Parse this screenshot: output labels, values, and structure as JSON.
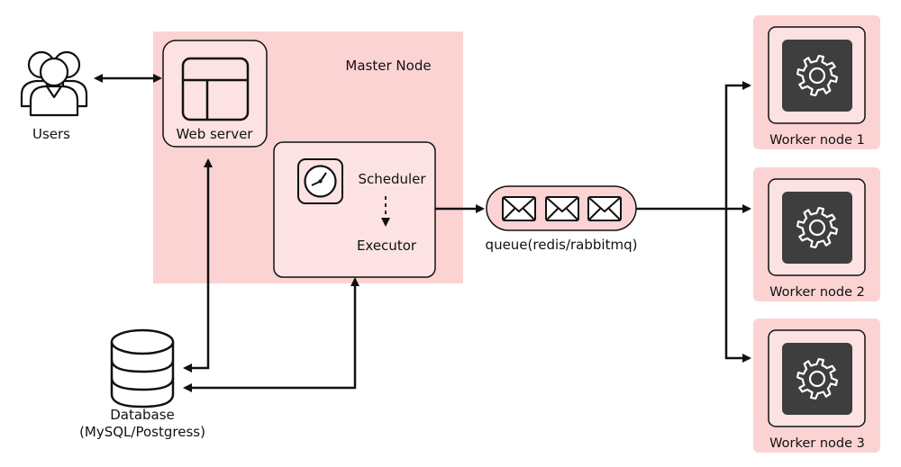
{
  "colors": {
    "node_fill": "#fcd3d3",
    "inner_fill": "#fce2e2",
    "stroke": "#111111",
    "gear_box": "#3e3e3e",
    "background": "#ffffff"
  },
  "users": {
    "label": "Users",
    "icon": "users-icon"
  },
  "master": {
    "title": "Master Node",
    "web_server": {
      "label": "Web server",
      "icon": "web-layout-icon"
    },
    "scheduler_block": {
      "scheduler_label": "Scheduler",
      "executor_label": "Executor",
      "icon": "clock-icon"
    }
  },
  "queue": {
    "label": "queue(redis/rabbitmq)",
    "message_icons": [
      "envelope-icon",
      "envelope-icon",
      "envelope-icon"
    ]
  },
  "database": {
    "label_line1": "Database",
    "label_line2": "(MySQL/Postgress)",
    "icon": "database-icon"
  },
  "workers": [
    {
      "label": "Worker node 1",
      "icon": "gear-icon"
    },
    {
      "label": "Worker node 2",
      "icon": "gear-icon"
    },
    {
      "label": "Worker node 3",
      "icon": "gear-icon"
    }
  ]
}
